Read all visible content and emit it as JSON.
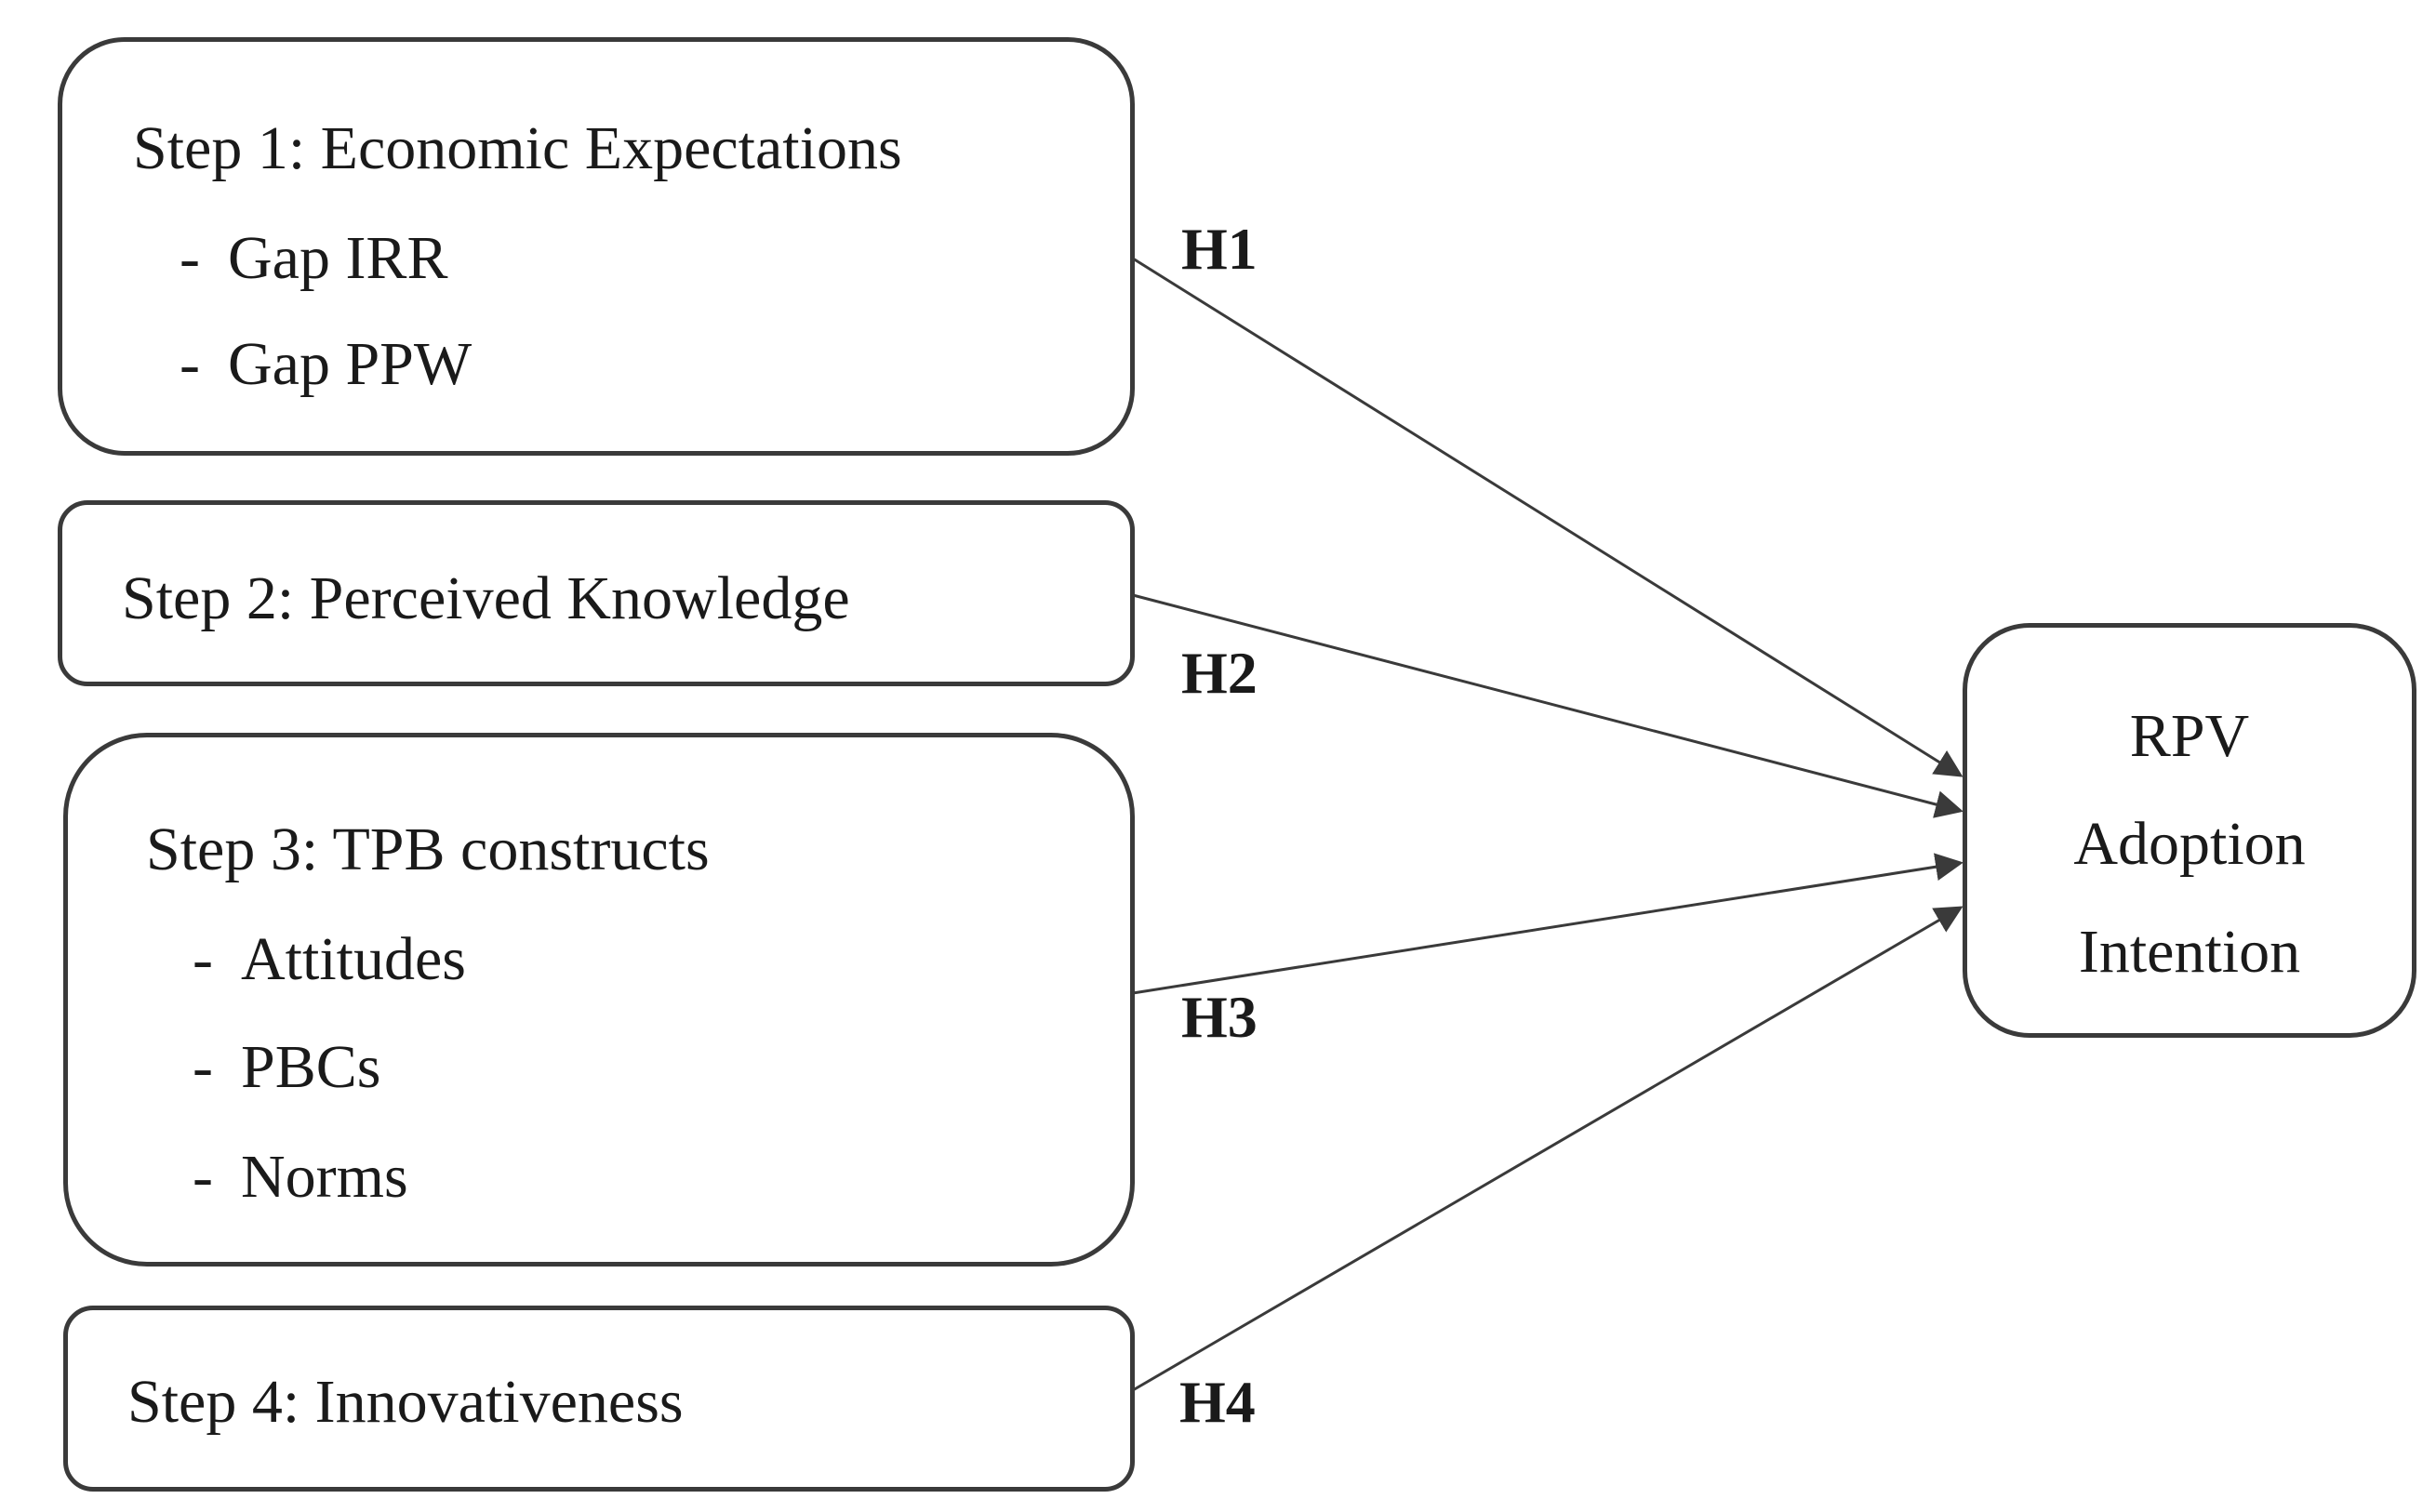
{
  "steps": [
    {
      "title": "Step 1: Economic Expectations",
      "items": [
        "Gap IRR",
        "Gap PPW"
      ]
    },
    {
      "title": "Step 2: Perceived Knowledge",
      "items": []
    },
    {
      "title": "Step 3: TPB constructs",
      "items": [
        "Attitudes",
        "PBCs",
        "Norms"
      ]
    },
    {
      "title": "Step 4: Innovativeness",
      "items": []
    }
  ],
  "item_marker": "-",
  "hypotheses": [
    "H1",
    "H2",
    "H3",
    "H4"
  ],
  "target": {
    "lines": [
      "RPV",
      "Adoption",
      "Intention"
    ]
  },
  "colors": {
    "border": "#3a3a3a",
    "text": "#1a1a1a",
    "arrow": "#3a3a3a"
  }
}
